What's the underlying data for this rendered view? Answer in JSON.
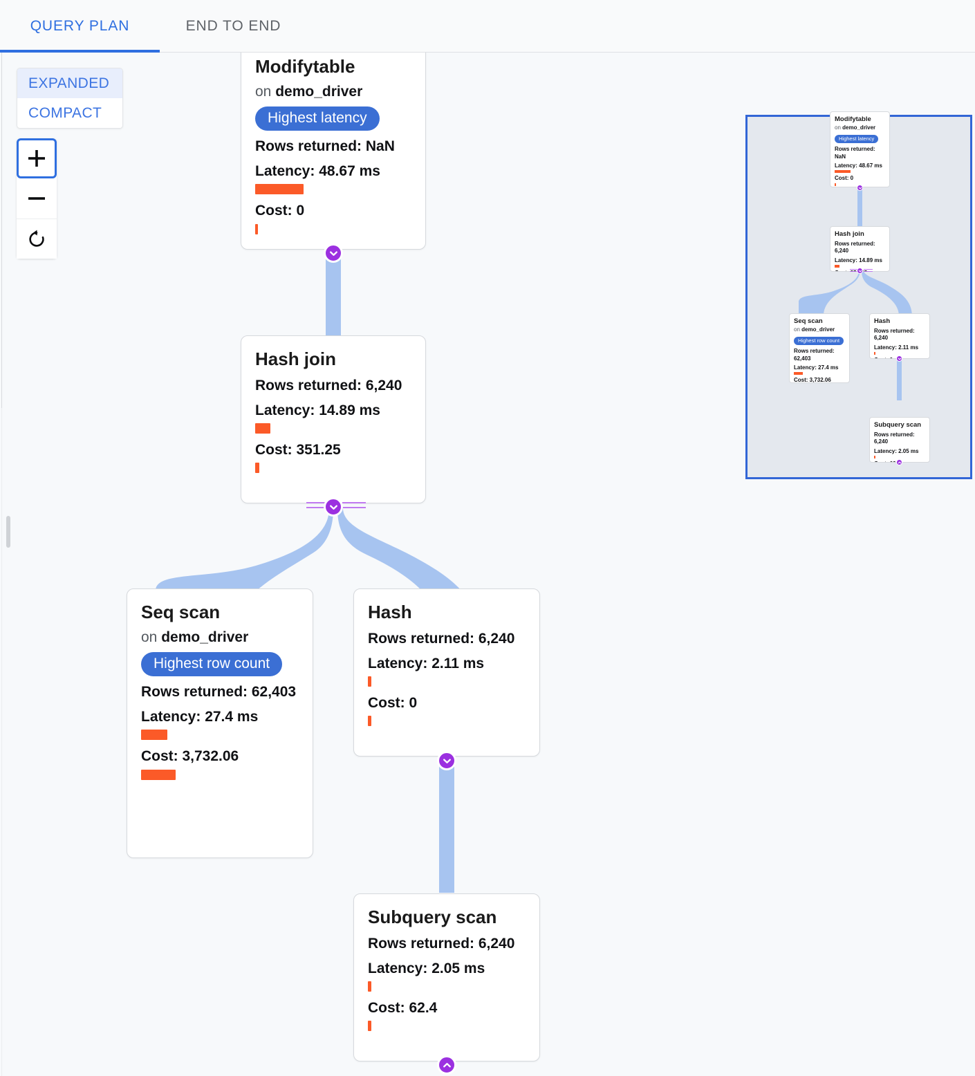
{
  "tabs": [
    {
      "label": "QUERY PLAN",
      "active": true
    },
    {
      "label": "END TO END",
      "active": false
    }
  ],
  "view_mode": {
    "options": [
      {
        "label": "EXPANDED",
        "selected": true
      },
      {
        "label": "COMPACT",
        "selected": false
      }
    ]
  },
  "zoom_controls": {
    "zoom_in": "+",
    "zoom_out": "−",
    "reset": "reset-icon"
  },
  "colors": {
    "accent_blue": "#2f6fe0",
    "badge_blue": "#3b6fd4",
    "bar_orange": "#fb5a28",
    "edge_blue": "#a7c4f0",
    "handle_purple": "#9b30e0",
    "handle_line_purple": "#c07af0",
    "minimap_bg": "#e4e8ee",
    "minimap_border": "#3266d6",
    "canvas_bg": "#f7f9fb"
  },
  "graph": {
    "nodes": [
      {
        "id": "modifytable",
        "title": "Modifytable",
        "relation_prefix": "on",
        "relation": "demo_driver",
        "badge": "Highest latency",
        "rows": "Rows returned: NaN",
        "latency": "Latency: 48.67 ms",
        "latency_bar_pct": 100,
        "cost": "Cost: 0",
        "cost_bar_pct": 3
      },
      {
        "id": "hash-join",
        "title": "Hash join",
        "relation_prefix": "",
        "relation": "",
        "badge": "",
        "rows": "Rows returned: 6,240",
        "latency": "Latency: 14.89 ms",
        "latency_bar_pct": 31,
        "cost": "Cost: 351.25",
        "cost_bar_pct": 5
      },
      {
        "id": "seq-scan",
        "title": "Seq scan",
        "relation_prefix": "on",
        "relation": "demo_driver",
        "badge": "Highest row count",
        "rows": "Rows returned: 62,403",
        "latency": "Latency: 27.4 ms",
        "latency_bar_pct": 56,
        "cost": "Cost: 3,732.06",
        "cost_bar_pct": 63
      },
      {
        "id": "hash",
        "title": "Hash",
        "relation_prefix": "",
        "relation": "",
        "badge": "",
        "rows": "Rows returned: 6,240",
        "latency": "Latency: 2.11 ms",
        "latency_bar_pct": 4,
        "cost": "Cost: 0",
        "cost_bar_pct": 3
      },
      {
        "id": "subquery-scan",
        "title": "Subquery scan",
        "relation_prefix": "",
        "relation": "",
        "badge": "",
        "rows": "Rows returned: 6,240",
        "latency": "Latency: 2.05 ms",
        "latency_bar_pct": 4,
        "cost": "Cost: 62.4",
        "cost_bar_pct": 3
      }
    ],
    "edges": [
      {
        "from": "modifytable",
        "to": "hash-join"
      },
      {
        "from": "hash-join",
        "to": "seq-scan"
      },
      {
        "from": "hash-join",
        "to": "hash"
      },
      {
        "from": "hash",
        "to": "subquery-scan"
      }
    ],
    "handles": [
      {
        "node": "modifytable",
        "direction": "down",
        "glyph": "chevron-down-icon"
      },
      {
        "node": "hash-join",
        "direction": "down",
        "glyph": "chevron-down-icon"
      },
      {
        "node": "hash",
        "direction": "down",
        "glyph": "chevron-down-icon"
      },
      {
        "node": "subquery-scan",
        "direction": "up",
        "glyph": "chevron-up-icon"
      }
    ]
  },
  "minimap": {
    "name": "minimap-viewport"
  }
}
